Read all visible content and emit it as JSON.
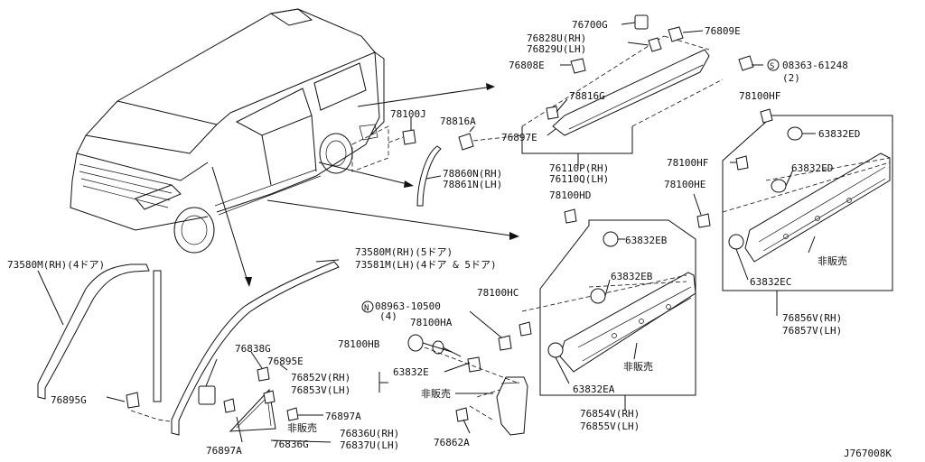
{
  "diagram_code": "J767008K",
  "not_sold_label": "非販売",
  "labels": {
    "p76700G": "76700G",
    "p76828U": "76828U(RH)",
    "p76829U": "76829U(LH)",
    "p76808E": "76808E",
    "p76809E": "76809E",
    "p08363": "08363-61248",
    "p08363_qty": "(2)",
    "p78816G": "78816G",
    "p78100J": "78100J",
    "p78816A": "78816A",
    "p76897E": "76897E",
    "p76110P": "76110P(RH)",
    "p76110Q": "76110Q(LH)",
    "p78860N": "78860N(RH)",
    "p78861N": "78861N(LH)",
    "p78100HF_a": "78100HF",
    "p63832ED_a": "63832ED",
    "p78100HF_b": "78100HF",
    "p63832ED_b": "63832ED",
    "p78100HE": "78100HE",
    "p78100HD": "78100HD",
    "p63832EB_a": "63832EB",
    "p63832EB_b": "63832EB",
    "p63832EC": "63832EC",
    "p76856V": "76856V(RH)",
    "p76857V": "76857V(LH)",
    "p73580M": "73580M(RH)(4ドア)",
    "p73580M_b": "73580M(RH)(5ドア)",
    "p73581M": "73581M(LH)(4ドア & 5ドア)",
    "p08963": "08963-10500",
    "p08963_qty": "(4)",
    "p78100HC": "78100HC",
    "p78100HA": "78100HA",
    "p78100HB": "78100HB",
    "p76838G": "76838G",
    "p76895E": "76895E",
    "p76852V": "76852V(RH)",
    "p76853V": "76853V(LH)",
    "p63832E": "63832E",
    "p76895G": "76895G",
    "p76897A_a": "76897A",
    "p76836U": "76836U(RH)",
    "p76837U": "76837U(LH)",
    "p76836G": "76836G",
    "p76897A_b": "76897A",
    "p76862A": "76862A",
    "p63832EA": "63832EA",
    "p76854V": "76854V(RH)",
    "p76855V": "76855V(LH)"
  }
}
